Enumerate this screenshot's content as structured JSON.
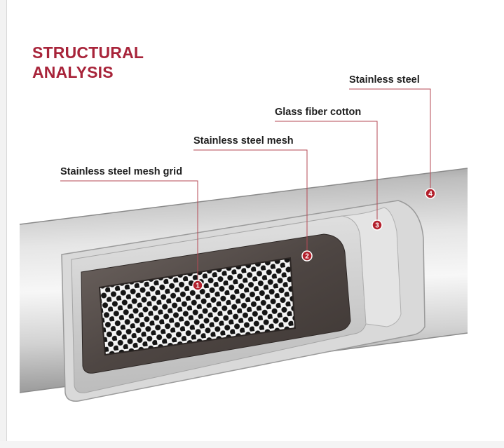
{
  "title": {
    "line1": "STRUCTURAL",
    "line2": "ANALYSIS"
  },
  "layers": [
    {
      "number": "1",
      "label": "Stainless steel mesh grid"
    },
    {
      "number": "2",
      "label": "Stainless steel mesh"
    },
    {
      "number": "3",
      "label": "Glass fiber cotton"
    },
    {
      "number": "4",
      "label": "Stainless steel"
    }
  ],
  "colors": {
    "title": "#a8243a",
    "badge": "#b3202c",
    "leader": "#b54a55"
  }
}
